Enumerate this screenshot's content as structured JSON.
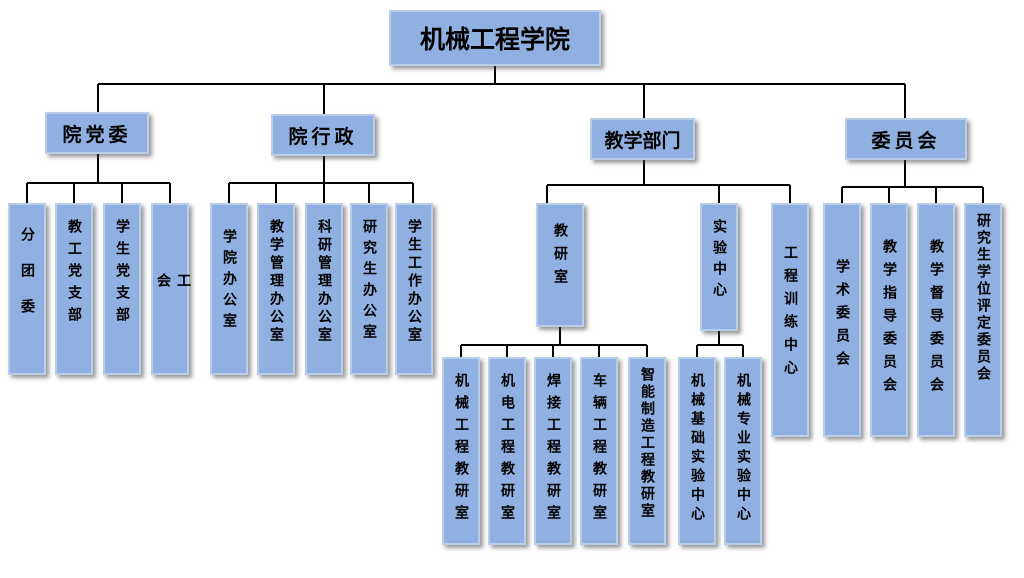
{
  "org": {
    "root": "机械工程学院",
    "l1": {
      "party": "院党委",
      "admin": "院行政",
      "teaching": "教学部门",
      "committees": "委员会"
    },
    "party_children": {
      "c1": "分团委",
      "c2": "教工党支部",
      "c3": "学生党支部",
      "c4": "工会"
    },
    "admin_children": {
      "c1": "学院办公室",
      "c2": "教学管理办公室",
      "c3": "科研管理办公室",
      "c4": "研究生办公室",
      "c5": "学生工作办公室"
    },
    "teaching_children": {
      "research": "教研室",
      "lab": "实验中心",
      "training": "工程训练中心"
    },
    "research_children": {
      "c1": "机械工程教研室",
      "c2": "机电工程教研室",
      "c3": "焊接工程教研室",
      "c4": "车辆工程教研室",
      "c5": "智能制造工程教研室"
    },
    "lab_children": {
      "c1": "机械基础实验中心",
      "c2": "机械专业实验中心"
    },
    "committee_children": {
      "c1": "学术委员会",
      "c2": "教学指导委员会",
      "c3": "教学督导委员会",
      "c4": "研究生学位评定委员会"
    }
  }
}
